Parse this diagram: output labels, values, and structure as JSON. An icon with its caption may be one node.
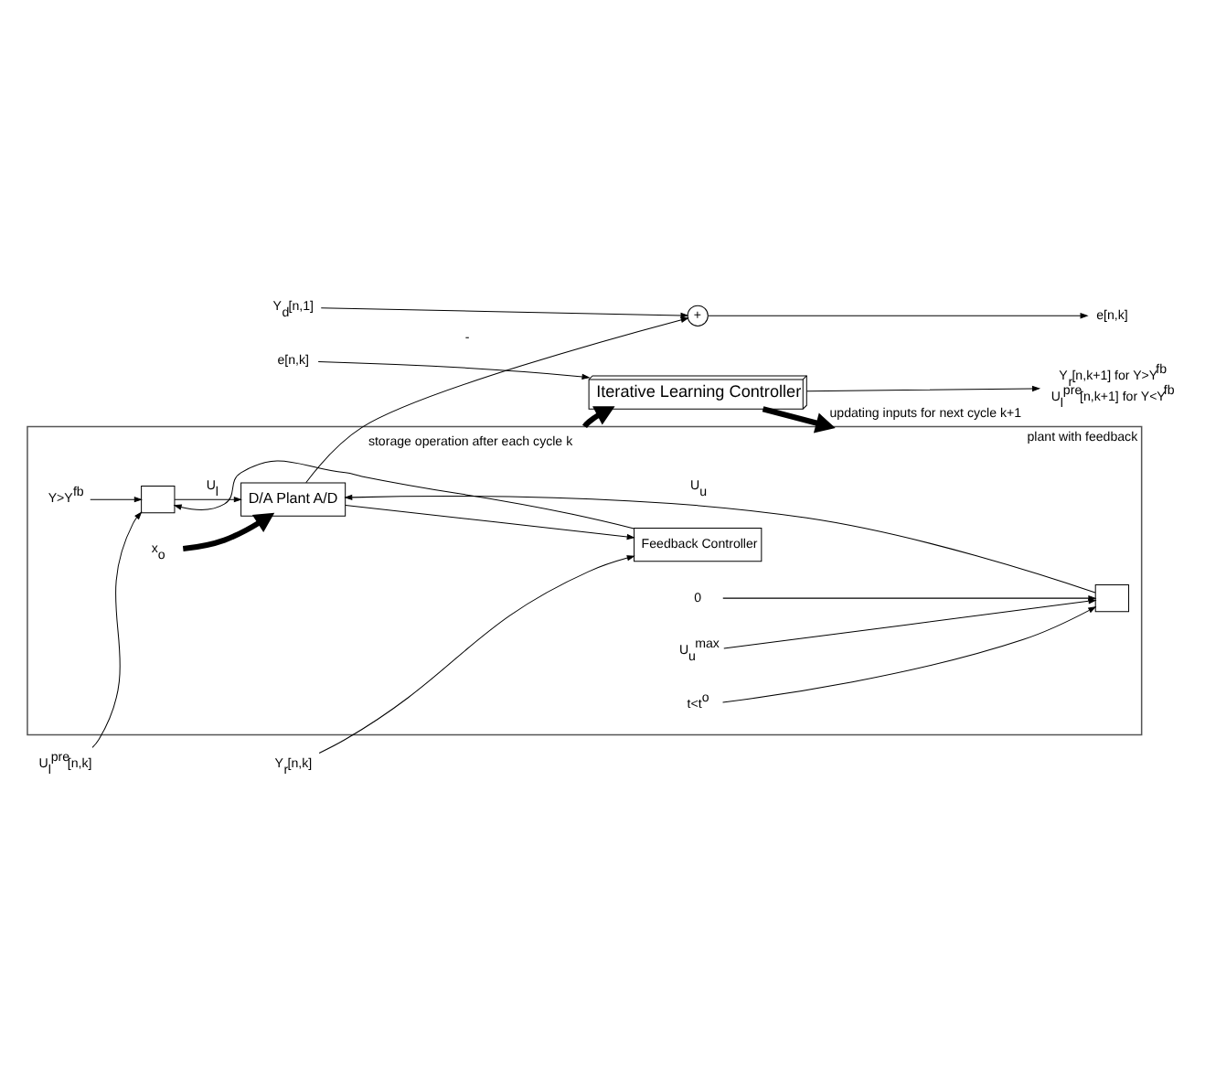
{
  "diagram": {
    "nodes": [
      {
        "text": [
          "plant with feedback"
        ]
      },
      {
        "text": [
          "t<t$^{o}$"
        ],
        "in": 0
      },
      {
        "text": [
          "U$_{u}$$^{max}$"
        ],
        "in": 0
      },
      {
        "text": [
          "0"
        ],
        "in": 0
      },
      {
        "text": [],
        "shape": "box",
        "in": 0
      },
      {
        "text": [
          "x$_{o}$"
        ],
        "in": 0
      },
      {
        "text": [
          "Y>Y$^{fb}$"
        ],
        "in": 0
      },
      {
        "text": [],
        "shape": "box",
        "in": 0
      },
      {
        "text": [
          "D/A Plant A/D"
        ],
        "in": 0
      },
      {
        "text": [
          "Feedback Controller"
        ],
        "in": 0
      },
      {
        "text": [
          "U$_{l}$$^{pre}$[n,k]"
        ]
      },
      {
        "text": [
          "Y$_{r}$[n,k]"
        ]
      },
      {
        "text": [
          "Y$_{d}$[n,1]"
        ]
      },
      {
        "text": [
          "+"
        ]
      },
      {
        "text": [
          "e[n,k]"
        ]
      },
      {
        "text": [
          "Iterative Learning Controller"
        ]
      },
      {
        "text": [
          "e[n,k]"
        ]
      },
      {
        "text": [
          "Y$_{r}$[n,k+1] for Y>Y$^{fb}$",
          "U$_{l}$$^{pre}$[n,k+1] for Y<Y$^{fb}$"
        ]
      }
    ],
    "edges": [
      {
        "from": 1,
        "to": 4,
        "arrow": "to"
      },
      {
        "from": 2,
        "to": 4,
        "arrow": "to"
      },
      {
        "from": 3,
        "to": 4,
        "arrow": "to"
      },
      {
        "from": 4,
        "to": 8,
        "arrow": "to",
        "label": "U$_{u}$"
      },
      {
        "from": 5,
        "to": 8,
        "arrow": "to",
        "style": "thick"
      },
      {
        "from": 6,
        "to": 7,
        "arrow": "to"
      },
      {
        "from": 10,
        "to": 7,
        "arrow": "to"
      },
      {
        "from": 9,
        "to": 7,
        "arrow": "to"
      },
      {
        "from": 7,
        "to": 8,
        "arrow": "to",
        "label": "U$_{l}$"
      },
      {
        "from": 8,
        "to": 9,
        "arrow": "to"
      },
      {
        "from": 8,
        "to": 13,
        "arrow": "to",
        "label": "-"
      },
      {
        "from": 12,
        "to": 13,
        "arrow": "to"
      },
      {
        "from": 13,
        "to": 14,
        "arrow": "to"
      },
      {
        "from": 11,
        "to": 9,
        "arrow": "to"
      },
      {
        "from": 0,
        "to": 15,
        "arrow": "to",
        "style": "thick",
        "label": "storage operation after each cycle k"
      },
      {
        "from": 15,
        "to": 0,
        "arrow": "to",
        "style": "thick",
        "label": "updating inputs for next cycle k+1"
      },
      {
        "from": 16,
        "to": 15,
        "arrow": "to"
      },
      {
        "from": 15,
        "to": 17,
        "arrow": "to"
      }
    ]
  }
}
